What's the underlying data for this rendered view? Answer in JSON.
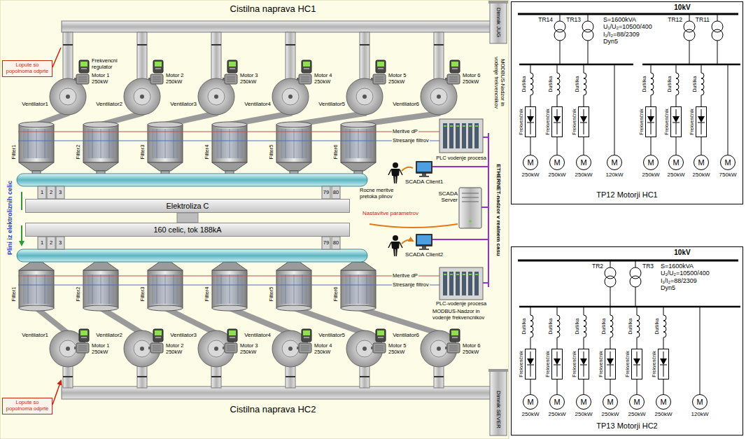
{
  "diagram": {
    "nodes": [
      {
        "text": [
          "Lopute so popolnoma odprte"
        ]
      },
      {
        "text": [
          "TP12 Motorji HC1"
        ]
      },
      {
        "text": [
          "Frekvenčnik"
        ],
        "in": 1
      },
      {
        "text": [
          "M",
          "250kW"
        ],
        "in": 1
      },
      {
        "text": [
          "Frekvenčnik"
        ],
        "in": 1
      },
      {
        "text": [
          "M",
          "250kW"
        ],
        "in": 1
      },
      {
        "text": [
          "Frekvenčnik"
        ],
        "in": 1
      },
      {
        "text": [
          "M",
          "250kW"
        ],
        "in": 1
      },
      {
        "text": [
          "M",
          "120kW"
        ],
        "in": 1
      },
      {
        "text": [
          "Frekvenčnik"
        ],
        "in": 1
      },
      {
        "text": [
          "M",
          "250kW"
        ],
        "in": 1
      },
      {
        "text": [
          "Frekvenčnik"
        ],
        "in": 1
      },
      {
        "text": [
          "M",
          "250kW"
        ],
        "in": 1
      },
      {
        "text": [
          "Frekvenčnik"
        ],
        "in": 1
      },
      {
        "text": [
          "M",
          "250kW"
        ],
        "in": 1
      },
      {
        "text": [
          "M",
          "750kW"
        ],
        "in": 1
      },
      {
        "text": [
          "Elektroliza C"
        ]
      },
      {
        "text": [
          "160 celic, tok 188kA"
        ]
      },
      {
        "text": [
          "Lopute so popolnoma odprte"
        ]
      },
      {
        "text": [
          "TP13 Motorji HC2"
        ]
      },
      {
        "text": [
          "Frekvenčnik"
        ],
        "in": 19
      },
      {
        "text": [
          "M",
          "250kW"
        ],
        "in": 19
      },
      {
        "text": [
          "Frekvenčnik"
        ],
        "in": 19
      },
      {
        "text": [
          "M",
          "250kW"
        ],
        "in": 19
      },
      {
        "text": [
          "Frekvenčnik"
        ],
        "in": 19
      },
      {
        "text": [
          "M",
          "250kW"
        ],
        "in": 19
      },
      {
        "text": [
          "Frekvenčnik"
        ],
        "in": 19
      },
      {
        "text": [
          "M",
          "250kW"
        ],
        "in": 19
      },
      {
        "text": [
          "Frekvenčnik"
        ],
        "in": 19
      },
      {
        "text": [
          "M",
          "250kW"
        ],
        "in": 19
      },
      {
        "text": [
          "Frekvenčnik"
        ],
        "in": 19
      },
      {
        "text": [
          "M",
          "250kW"
        ],
        "in": 19
      },
      {
        "text": [
          "M",
          "120kW"
        ],
        "in": 19
      }
    ],
    "edges": [
      {
        "from": 2,
        "to": 3,
        "arrow": "none"
      },
      {
        "from": 4,
        "to": 5,
        "arrow": "none"
      },
      {
        "from": 6,
        "to": 7,
        "arrow": "none"
      },
      {
        "from": 9,
        "to": 10,
        "arrow": "none"
      },
      {
        "from": 11,
        "to": 12,
        "arrow": "none"
      },
      {
        "from": 13,
        "to": 14,
        "arrow": "none"
      },
      {
        "from": 20,
        "to": 21,
        "arrow": "none"
      },
      {
        "from": 22,
        "to": 23,
        "arrow": "none"
      },
      {
        "from": 24,
        "to": 25,
        "arrow": "none"
      },
      {
        "from": 26,
        "to": 27,
        "arrow": "none"
      },
      {
        "from": 28,
        "to": 29,
        "arrow": "none"
      },
      {
        "from": 30,
        "to": 31,
        "arrow": "none"
      }
    ],
    "labels": [
      "Cistilna naprava HC1",
      "Dimnik JUG",
      "Frekvencni regulator",
      "Motor 1 250kW",
      "Motor 2 250kW",
      "Motor 3 250kW",
      "Motor 4 250kW",
      "Motor 5 250kW",
      "Motor 6 250kW",
      "Ventilator1",
      "Ventilator2",
      "Ventilator3",
      "Ventilator4",
      "Ventilator5",
      "Ventilator6",
      "Filter1",
      "Filter2",
      "Filter3",
      "Filter4",
      "Filter5",
      "Filter6",
      "MODBUS-Nadzor in vodenje frekvencnikov",
      "Meritve dP",
      "Stresanje filtrov",
      "PLC vodenje procesa",
      "Plini iz elektroliznih celic",
      "1",
      "2",
      "3",
      "79",
      "80",
      "Rocne meritve pretoka plinov",
      "SCADA Client1",
      "Nastavitve parametrov",
      "SCADA Server",
      "ETHERNET-nadzor v realnem casu",
      "1",
      "2",
      "3",
      "79",
      "80",
      "SCADA Client2",
      "Meritve dP",
      "Stresanje filtrov",
      "PLC-vodenje procesa",
      "MODBUS-Nadzor in vodenje frekvencnikov",
      "Filter1",
      "Filter2",
      "Filter3",
      "Filter4",
      "Filter5",
      "Filter6",
      "Ventilator1",
      "Ventilator2",
      "Ventilator3",
      "Ventilator4",
      "Ventilator5",
      "Ventilator6",
      "Motor 1 250kW",
      "Motor 2 250kW",
      "Motor 3 250kW",
      "Motor 4 250kW",
      "Motor 5 250kW",
      "Motor 6 250kW",
      "Dimnik SEVER",
      "Cistilna naprava HC2",
      "10kV",
      "TR14",
      "TR13",
      "S=1600kVA U₁/U₂=10500/400 I₁/I₂=88/2309 Dyn5",
      "TR12",
      "TR11",
      "Dušilka",
      "Dušilka",
      "Dušilka",
      "Dušilka",
      "Dušilka",
      "Dušilka",
      "10kV",
      "TR2",
      "TR3",
      "S=1600kVA U₁/U₂=10500/400 I₁/I₂=88/2309 Dyn5",
      "Dušilka",
      "Dušilka",
      "Dušilka",
      "Dušilka",
      "Dušilka",
      "Dušilka"
    ]
  }
}
